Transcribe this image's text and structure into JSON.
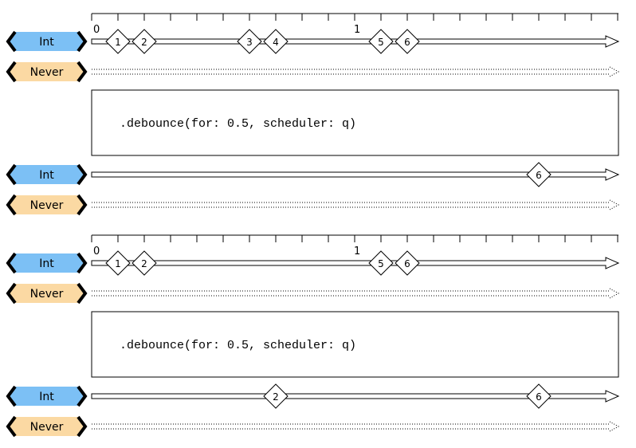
{
  "colors": {
    "int_tag": "#7cc0f5",
    "never_tag": "#fbd9a3",
    "tag_border": "#000000"
  },
  "tags": {
    "int": "Int",
    "never": "Never"
  },
  "time_axis": {
    "tick_labels": [
      {
        "t": 0,
        "label": "0"
      },
      {
        "t": 1,
        "label": "1"
      }
    ]
  },
  "panels": [
    {
      "id": "panel-1",
      "input": {
        "type": "Int",
        "events": [
          {
            "t": 0.1,
            "value": "1"
          },
          {
            "t": 0.2,
            "value": "2"
          },
          {
            "t": 0.6,
            "value": "3"
          },
          {
            "t": 0.7,
            "value": "4"
          },
          {
            "t": 1.1,
            "value": "5"
          },
          {
            "t": 1.2,
            "value": "6"
          }
        ]
      },
      "input_failure": {
        "type": "Never"
      },
      "operator": ".debounce(for: 0.5, scheduler: q)",
      "output": {
        "type": "Int",
        "events": [
          {
            "t": 1.7,
            "value": "6"
          }
        ]
      },
      "output_failure": {
        "type": "Never"
      }
    },
    {
      "id": "panel-2",
      "input": {
        "type": "Int",
        "events": [
          {
            "t": 0.1,
            "value": "1"
          },
          {
            "t": 0.2,
            "value": "2"
          },
          {
            "t": 1.1,
            "value": "5"
          },
          {
            "t": 1.2,
            "value": "6"
          }
        ]
      },
      "input_failure": {
        "type": "Never"
      },
      "operator": ".debounce(for: 0.5, scheduler: q)",
      "output": {
        "type": "Int",
        "events": [
          {
            "t": 0.7,
            "value": "2"
          },
          {
            "t": 1.7,
            "value": "6"
          }
        ]
      },
      "output_failure": {
        "type": "Never"
      }
    }
  ]
}
